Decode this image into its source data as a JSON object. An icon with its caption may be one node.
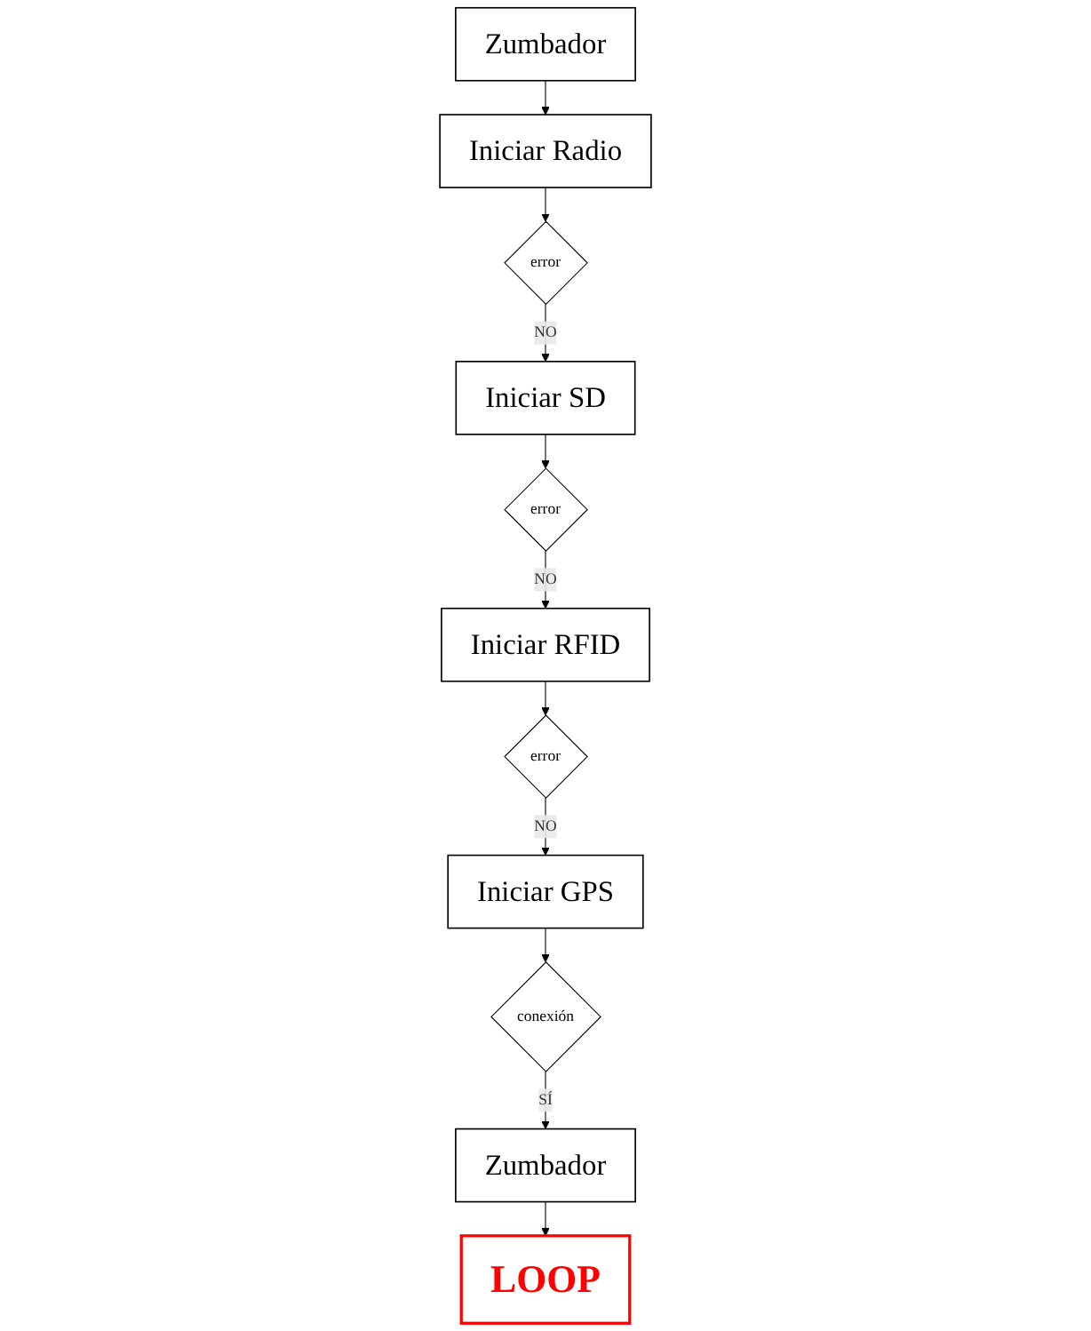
{
  "diagram": {
    "nodes": [
      {
        "text": [
          "Zumbador"
        ]
      },
      {
        "text": [
          "Iniciar Radio"
        ]
      },
      {
        "text": [
          "error"
        ]
      },
      {
        "text": [
          "Iniciar SD"
        ]
      },
      {
        "text": [
          "error"
        ]
      },
      {
        "text": [
          "Iniciar RFID"
        ]
      },
      {
        "text": [
          "error"
        ]
      },
      {
        "text": [
          "Iniciar GPS"
        ]
      },
      {
        "text": [
          "conexión"
        ]
      },
      {
        "text": [
          "Zumbador"
        ]
      },
      {
        "text": [
          "LOOP"
        ]
      }
    ],
    "edges": [
      {
        "from": 0,
        "to": 1,
        "arrow": "to"
      },
      {
        "from": 1,
        "to": 2,
        "arrow": "to"
      },
      {
        "from": 2,
        "to": 3,
        "arrow": "to",
        "label": "NO"
      },
      {
        "from": 3,
        "to": 4,
        "arrow": "to"
      },
      {
        "from": 4,
        "to": 5,
        "arrow": "to",
        "label": "NO"
      },
      {
        "from": 5,
        "to": 6,
        "arrow": "to"
      },
      {
        "from": 6,
        "to": 7,
        "arrow": "to",
        "label": "NO"
      },
      {
        "from": 7,
        "to": 8,
        "arrow": "to"
      },
      {
        "from": 8,
        "to": 9,
        "arrow": "to",
        "label": "SÍ"
      },
      {
        "from": 9,
        "to": 10,
        "arrow": "to"
      }
    ]
  }
}
